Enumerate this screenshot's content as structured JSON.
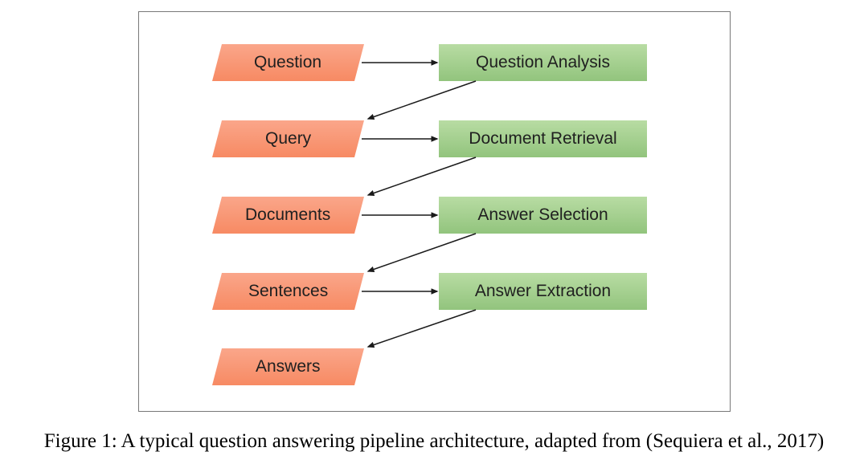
{
  "figure": {
    "caption": "Figure 1: A typical question answering pipeline architecture, adapted from (Sequiera et al., 2017)"
  },
  "pipeline": {
    "inputs": [
      {
        "label": "Question"
      },
      {
        "label": "Query"
      },
      {
        "label": "Documents"
      },
      {
        "label": "Sentences"
      },
      {
        "label": "Answers"
      }
    ],
    "stages": [
      {
        "label": "Question Analysis"
      },
      {
        "label": "Document Retrieval"
      },
      {
        "label": "Answer Selection"
      },
      {
        "label": "Answer Extraction"
      }
    ],
    "connections": [
      {
        "from": "Question",
        "to": "Question Analysis"
      },
      {
        "from": "Question Analysis",
        "to": "Query"
      },
      {
        "from": "Query",
        "to": "Document Retrieval"
      },
      {
        "from": "Document Retrieval",
        "to": "Documents"
      },
      {
        "from": "Documents",
        "to": "Answer Selection"
      },
      {
        "from": "Answer Selection",
        "to": "Sentences"
      },
      {
        "from": "Sentences",
        "to": "Answer Extraction"
      },
      {
        "from": "Answer Extraction",
        "to": "Answers"
      }
    ]
  },
  "colors": {
    "input_gradient_top": "#faa68a",
    "input_gradient_bottom": "#f78a63",
    "stage_gradient_top": "#b8dca3",
    "stage_gradient_bottom": "#92c47d",
    "arrow_color": "#1a1a1a",
    "frame_border": "#787878",
    "label_color": "#202020",
    "caption_color": "#000000"
  }
}
